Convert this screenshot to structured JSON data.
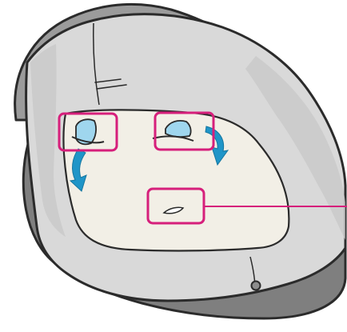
{
  "illustration": {
    "subject": "infant-car-seat-cover-diagram",
    "colors": {
      "outline": "#2b2b2b",
      "shell": "#8f8f8f",
      "shell_dark": "#5f5f5f",
      "cover": "#d7d7d7",
      "cover_light": "#e2e2e2",
      "seat_insert": "#f2efe6",
      "strap_opening": "#9fd6ee",
      "arrow": "#1f95c8",
      "highlight": "#d61f7b"
    },
    "callouts": [
      {
        "id": "left-strap-slot"
      },
      {
        "id": "right-strap-slot"
      },
      {
        "id": "center-buckle-slot"
      }
    ],
    "arrows": [
      {
        "id": "left-rotate-arrow",
        "direction": "down-curve"
      },
      {
        "id": "right-rotate-arrow",
        "direction": "down-curve"
      }
    ]
  }
}
